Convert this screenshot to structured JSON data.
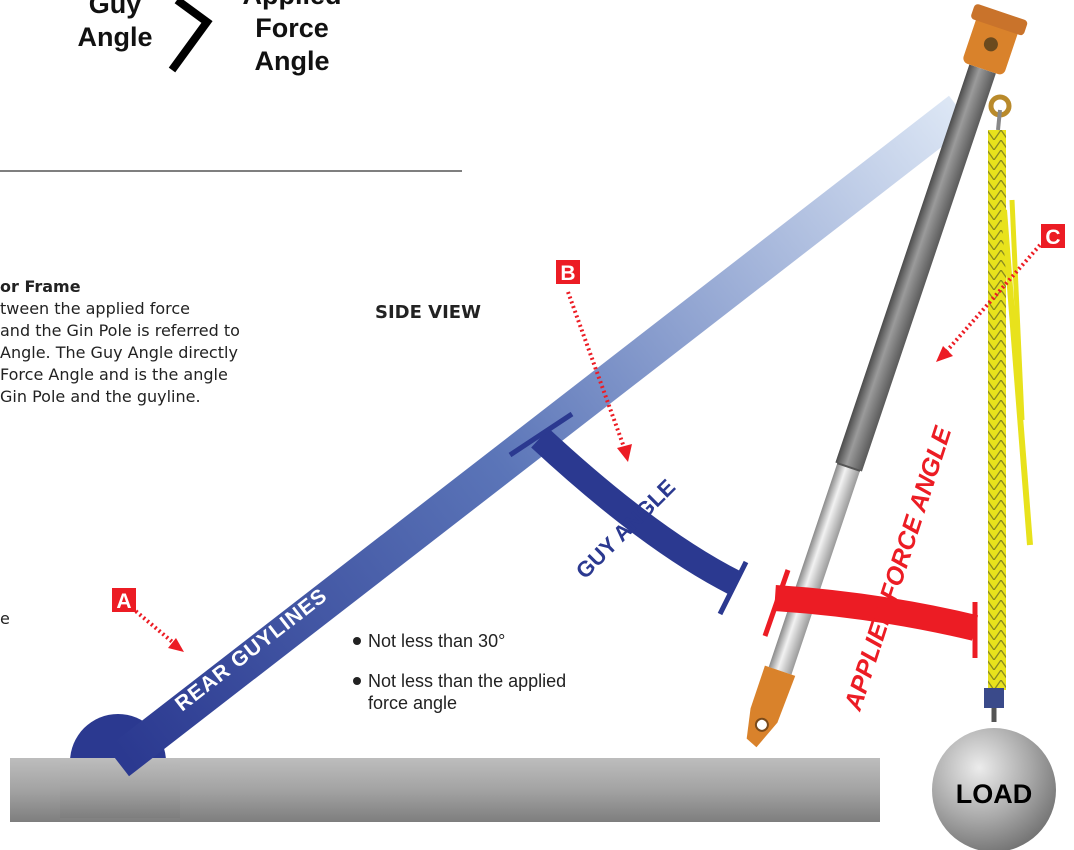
{
  "header": {
    "left_words": [
      "Guy",
      "Angle"
    ],
    "right_words": [
      "Applied",
      "Force",
      "Angle"
    ]
  },
  "description": {
    "title": "or Frame",
    "lines": [
      "tween the applied force",
      "and the Gin Pole is referred to",
      "Angle. The Guy Angle directly",
      "Force Angle and is the angle",
      "Gin Pole and the guyline."
    ],
    "fragment": "e"
  },
  "view_label": "SIDE VIEW",
  "markers": {
    "a": "A",
    "b": "B",
    "c": "C"
  },
  "labels": {
    "guylines": "REAR GUYLINES",
    "guy_angle": "GUY ANGLE",
    "applied_force_angle": "APPLIED FORCE ANGLE",
    "load": "LOAD"
  },
  "bullets": [
    "Not less than 30°",
    "Not less than the applied",
    "force angle"
  ],
  "colors": {
    "guyline": "#2b3990",
    "applied": "#ec1c24",
    "pole": "#7a7a7a",
    "hardware": "#d9822b",
    "rope": "#e6e61e",
    "ground": "#9a9a9a",
    "load": "#8c8c8c"
  }
}
